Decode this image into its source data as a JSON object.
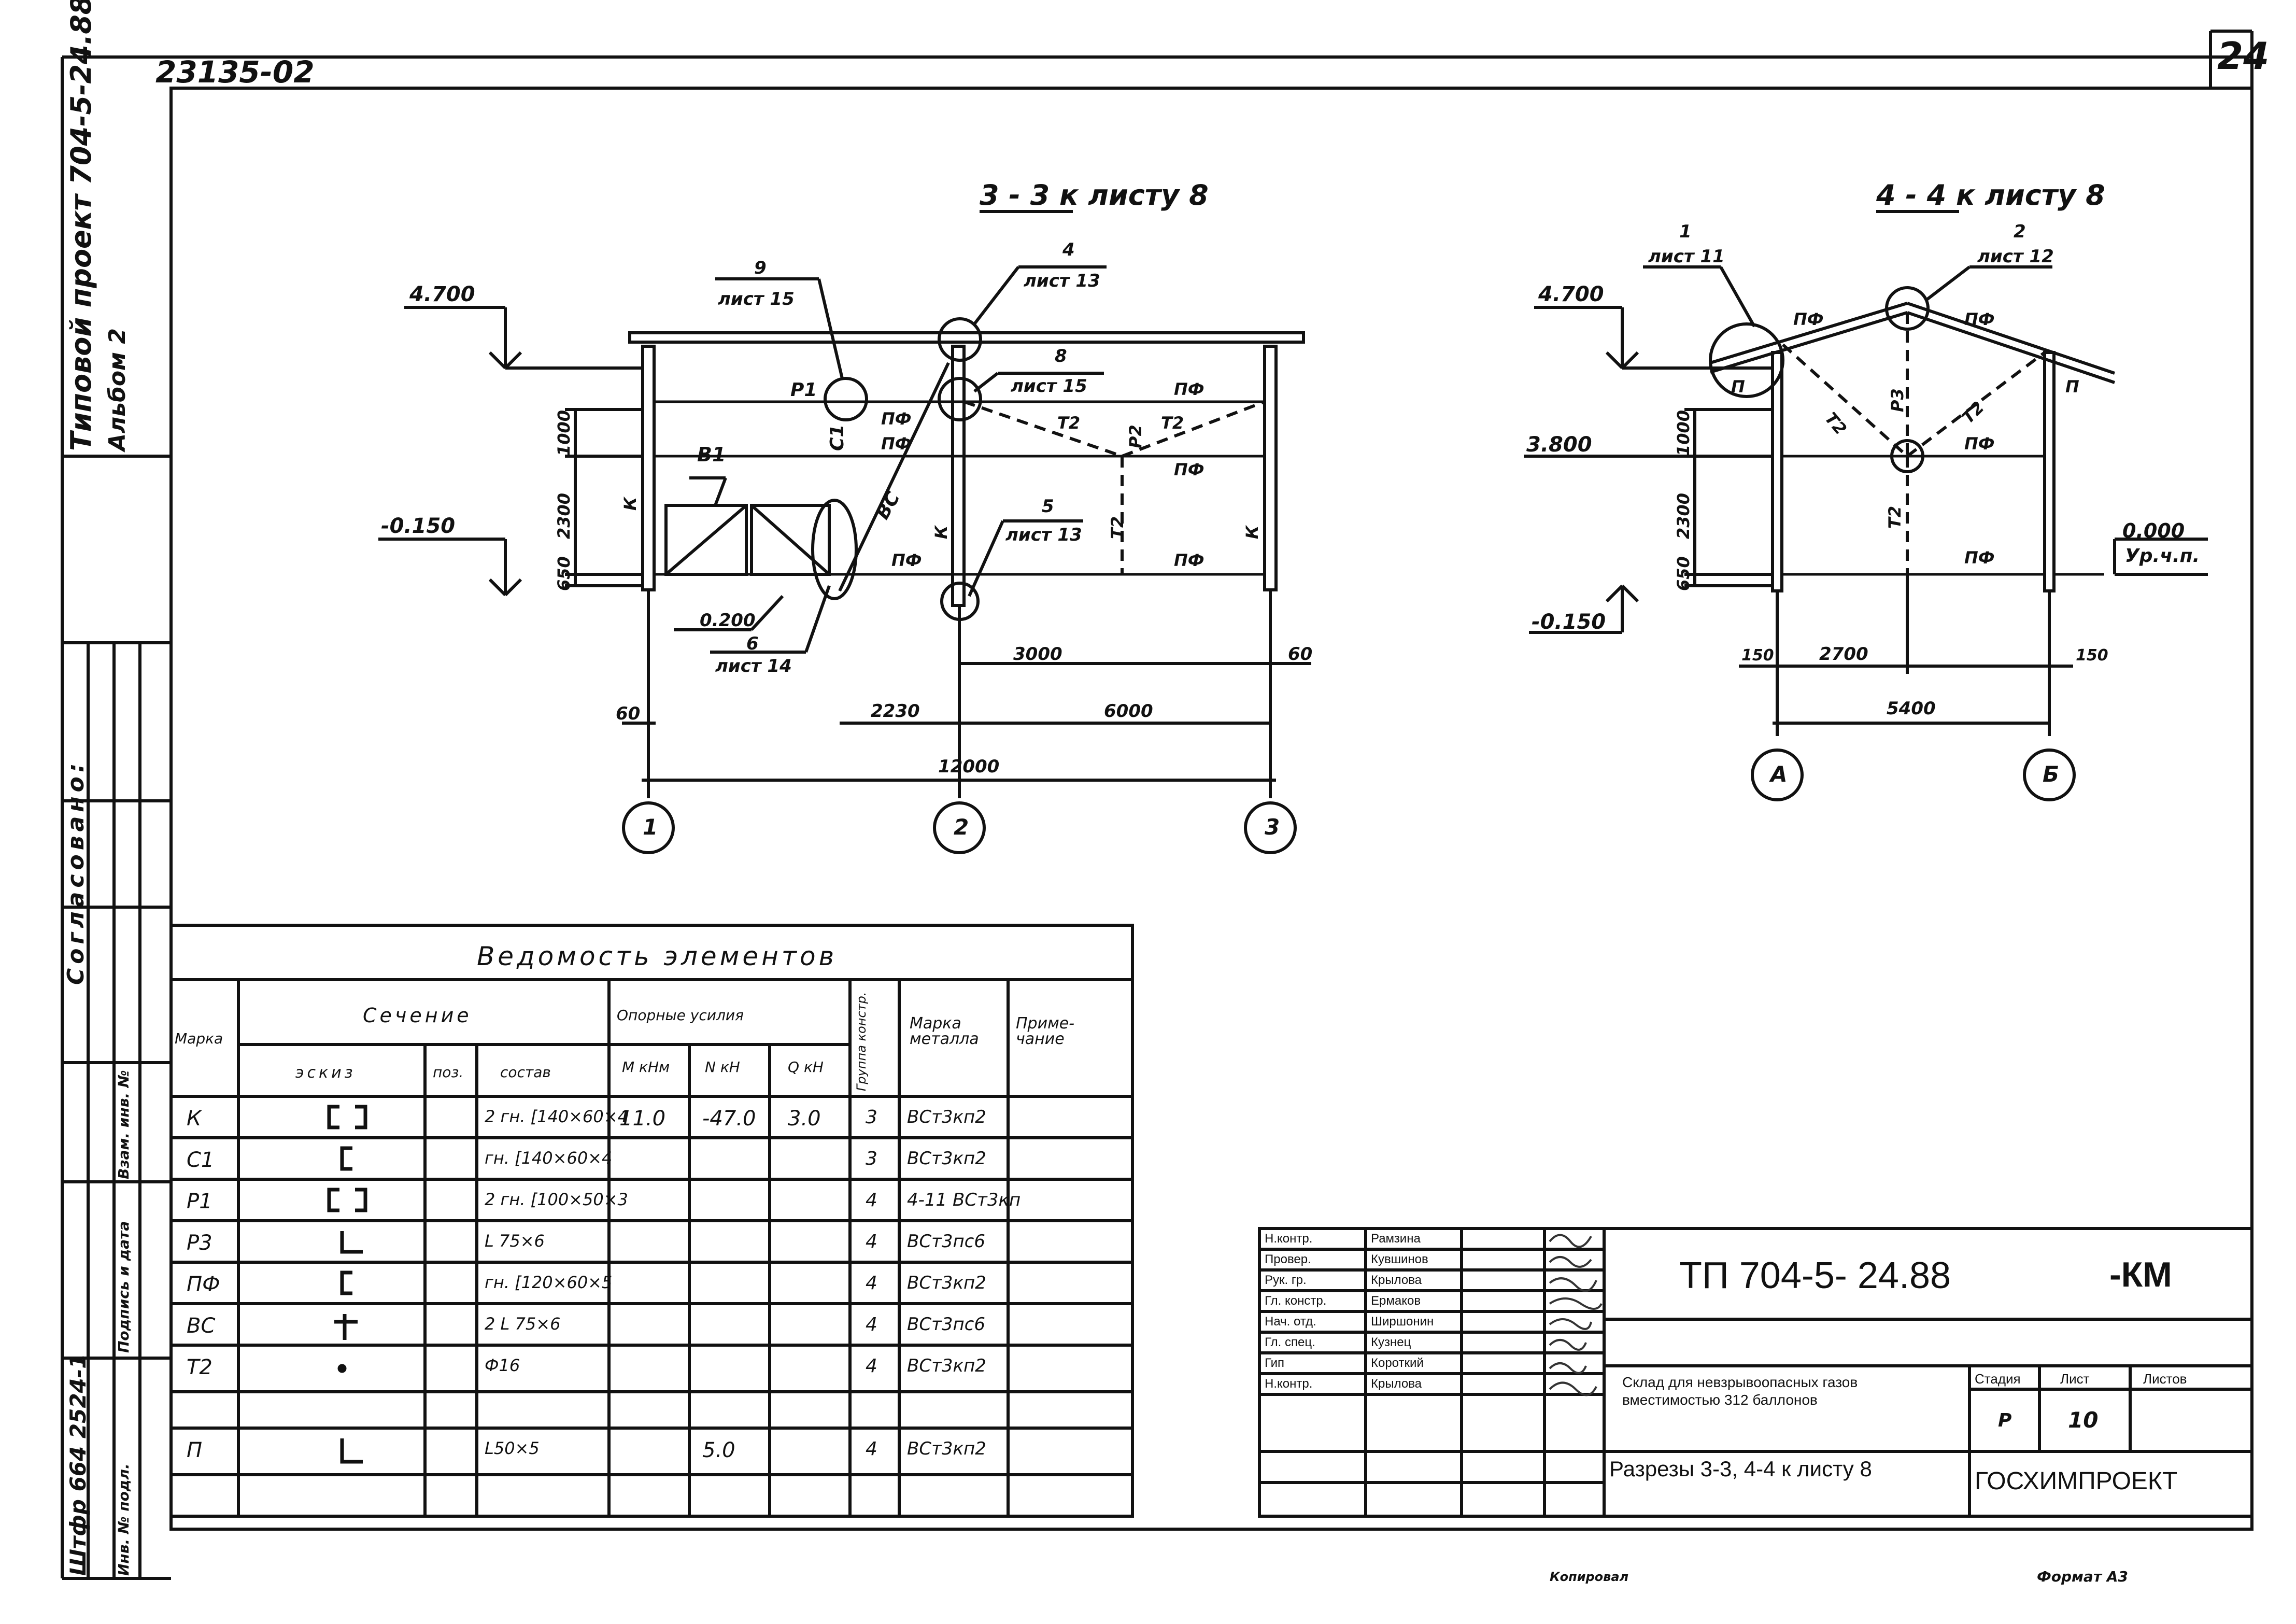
{
  "header": {
    "doc_code": "23135-02",
    "page_number": "24",
    "side_title_1": "Типовой проект 704-5-24.88",
    "side_title_2": "Альбом 2",
    "agreed_label": "Согласовано:",
    "inv_label": "Инв. № подл.",
    "sign_label": "Подпись и дата",
    "replace_label": "Взам. инв. №",
    "bottom_left_stamp": "Штфр 664 2524-1"
  },
  "section_33": {
    "title": "3 - 3 к листу 8",
    "levels": {
      "top": "4.700",
      "bottom": "-0.150"
    },
    "dims_v": [
      "1000",
      "2300",
      "650"
    ],
    "dims_h": [
      "3000",
      "60",
      "2230",
      "6000",
      "12000",
      "60"
    ],
    "tag_9": {
      "num": "9",
      "sheet": "лист 15"
    },
    "tag_4": {
      "num": "4",
      "sheet": "лист 13"
    },
    "tag_8": {
      "num": "8",
      "sheet": "лист 15"
    },
    "tag_5": {
      "num": "5",
      "sheet": "лист 13"
    },
    "tag_6": {
      "num": "6",
      "sheet": "лист 14"
    },
    "dim_0200": "0.200",
    "members": [
      "Р1",
      "С1",
      "В1",
      "ВС",
      "ПФ",
      "Т2",
      "Р2",
      "К"
    ],
    "axes": [
      "1",
      "2",
      "3"
    ]
  },
  "section_44": {
    "title": "4 - 4 к листу 8",
    "levels": {
      "top": "4.700",
      "mid": "3.800",
      "zero": "0.000",
      "zero_label": "Ур.ч.п.",
      "bottom": "-0.150"
    },
    "dims_v": [
      "1000",
      "2300",
      "650"
    ],
    "dims_h": [
      "150",
      "2700",
      "150",
      "5400"
    ],
    "tag_1": {
      "num": "1",
      "sheet": "лист 11"
    },
    "tag_2": {
      "num": "2",
      "sheet": "лист 12"
    },
    "members": [
      "ПФ",
      "Т2",
      "Р3",
      "П"
    ],
    "axes": [
      "А",
      "Б"
    ]
  },
  "table": {
    "title": "Ведомость элементов",
    "col_mark": "Марка",
    "col_section": "Сечение",
    "col_sketch": "эскиз",
    "col_pos": "поз.",
    "col_composition": "состав",
    "col_forces": "Опорные усилия",
    "col_m": "М кНм",
    "col_n": "N кН",
    "col_q": "Q кН",
    "col_group": "Группа констр.",
    "col_steel": "Марка металла",
    "col_note": "Приме-чание",
    "rows": [
      {
        "mark": "К",
        "sketch": "[]",
        "comp": "2 гн. [140×60×4",
        "m": "11.0",
        "n": "-47.0",
        "q": "3.0",
        "group": "3",
        "steel": "ВСт3кп2"
      },
      {
        "mark": "С1",
        "sketch": "[",
        "comp": "гн. [140×60×4",
        "m": "",
        "n": "",
        "q": "",
        "group": "3",
        "steel": "ВСт3кп2"
      },
      {
        "mark": "Р1",
        "sketch": "[]",
        "comp": "2 гн. [100×50×3",
        "m": "",
        "n": "",
        "q": "",
        "group": "4",
        "steel": "4-11 ВСт3кп"
      },
      {
        "mark": "Р3",
        "sketch": "L",
        "comp": "L 75×6",
        "m": "",
        "n": "",
        "q": "",
        "group": "4",
        "steel": "ВСт3пс6"
      },
      {
        "mark": "ПФ",
        "sketch": "[",
        "comp": "гн. [120×60×5",
        "m": "",
        "n": "",
        "q": "",
        "group": "4",
        "steel": "ВСт3кп2"
      },
      {
        "mark": "ВС",
        "sketch": "+",
        "comp": "2 L 75×6",
        "m": "",
        "n": "",
        "q": "",
        "group": "4",
        "steel": "ВСт3пс6"
      },
      {
        "mark": "Т2",
        "sketch": "•",
        "comp": "Ф16",
        "m": "",
        "n": "",
        "q": "",
        "group": "4",
        "steel": "ВСт3кп2"
      },
      {
        "mark": "",
        "sketch": "",
        "comp": "",
        "m": "",
        "n": "",
        "q": "",
        "group": "",
        "steel": ""
      },
      {
        "mark": "П",
        "sketch": "L",
        "comp": "L50×5",
        "m": "",
        "n": "5.0",
        "q": "",
        "group": "4",
        "steel": "ВСт3кп2"
      }
    ]
  },
  "title_block": {
    "code": "ТП 704-5- 24.88",
    "suffix": "-КМ",
    "roles": [
      "Н.контр.",
      "Провер.",
      "Рук. гр.",
      "Гл. констр.",
      "Нач. отд.",
      "Гл. спец.",
      "Гип",
      "Н.контр."
    ],
    "names": [
      "Рамзина",
      "Кувшинов",
      "Крылова",
      "Ермаков",
      "Ширшонин",
      "Кузнец",
      "Короткий",
      "Крылова"
    ],
    "object": "Склад для невзрывоопасных газов вместимостью 312 баллонов",
    "sheet_title": "Разрезы 3-3, 4-4 к листу 8",
    "stage_label": "Стадия",
    "sheet_label": "Лист",
    "sheets_label": "Листов",
    "stage": "Р",
    "sheet": "10",
    "org": "ГОСХИМПРОЕКТ"
  },
  "footer": {
    "copied": "Копировал",
    "format": "Формат А3"
  }
}
